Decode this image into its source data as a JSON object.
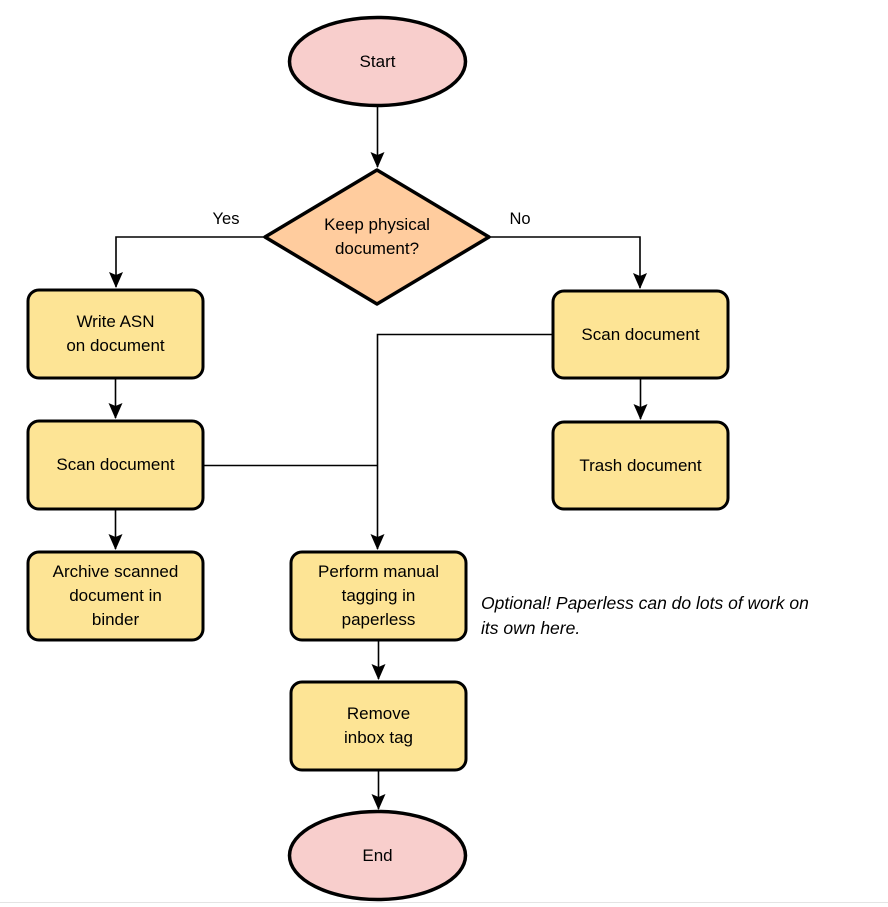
{
  "colors": {
    "background": "#ffffff",
    "terminator_fill": "#f8cecc",
    "decision_fill": "#ffcc9e",
    "process_fill": "#fde495",
    "stroke": "#000000"
  },
  "nodes": {
    "start": {
      "type": "terminator",
      "label": "Start"
    },
    "decision": {
      "type": "decision",
      "label": "Keep physical\ndocument?"
    },
    "write_asn": {
      "type": "process",
      "label": "Write ASN\non document"
    },
    "scan_left": {
      "type": "process",
      "label": "Scan document"
    },
    "archive": {
      "type": "process",
      "label": "Archive scanned\ndocument in\nbinder"
    },
    "scan_right": {
      "type": "process",
      "label": "Scan document"
    },
    "trash": {
      "type": "process",
      "label": "Trash document"
    },
    "tagging": {
      "type": "process",
      "label": "Perform manual\ntagging in\npaperless"
    },
    "remove_inbox": {
      "type": "process",
      "label": "Remove\ninbox tag"
    },
    "end": {
      "type": "terminator",
      "label": "End"
    }
  },
  "edge_labels": {
    "yes": "Yes",
    "no": "No"
  },
  "annotation": {
    "text": "Optional! Paperless can do lots of work on\nits own here."
  }
}
